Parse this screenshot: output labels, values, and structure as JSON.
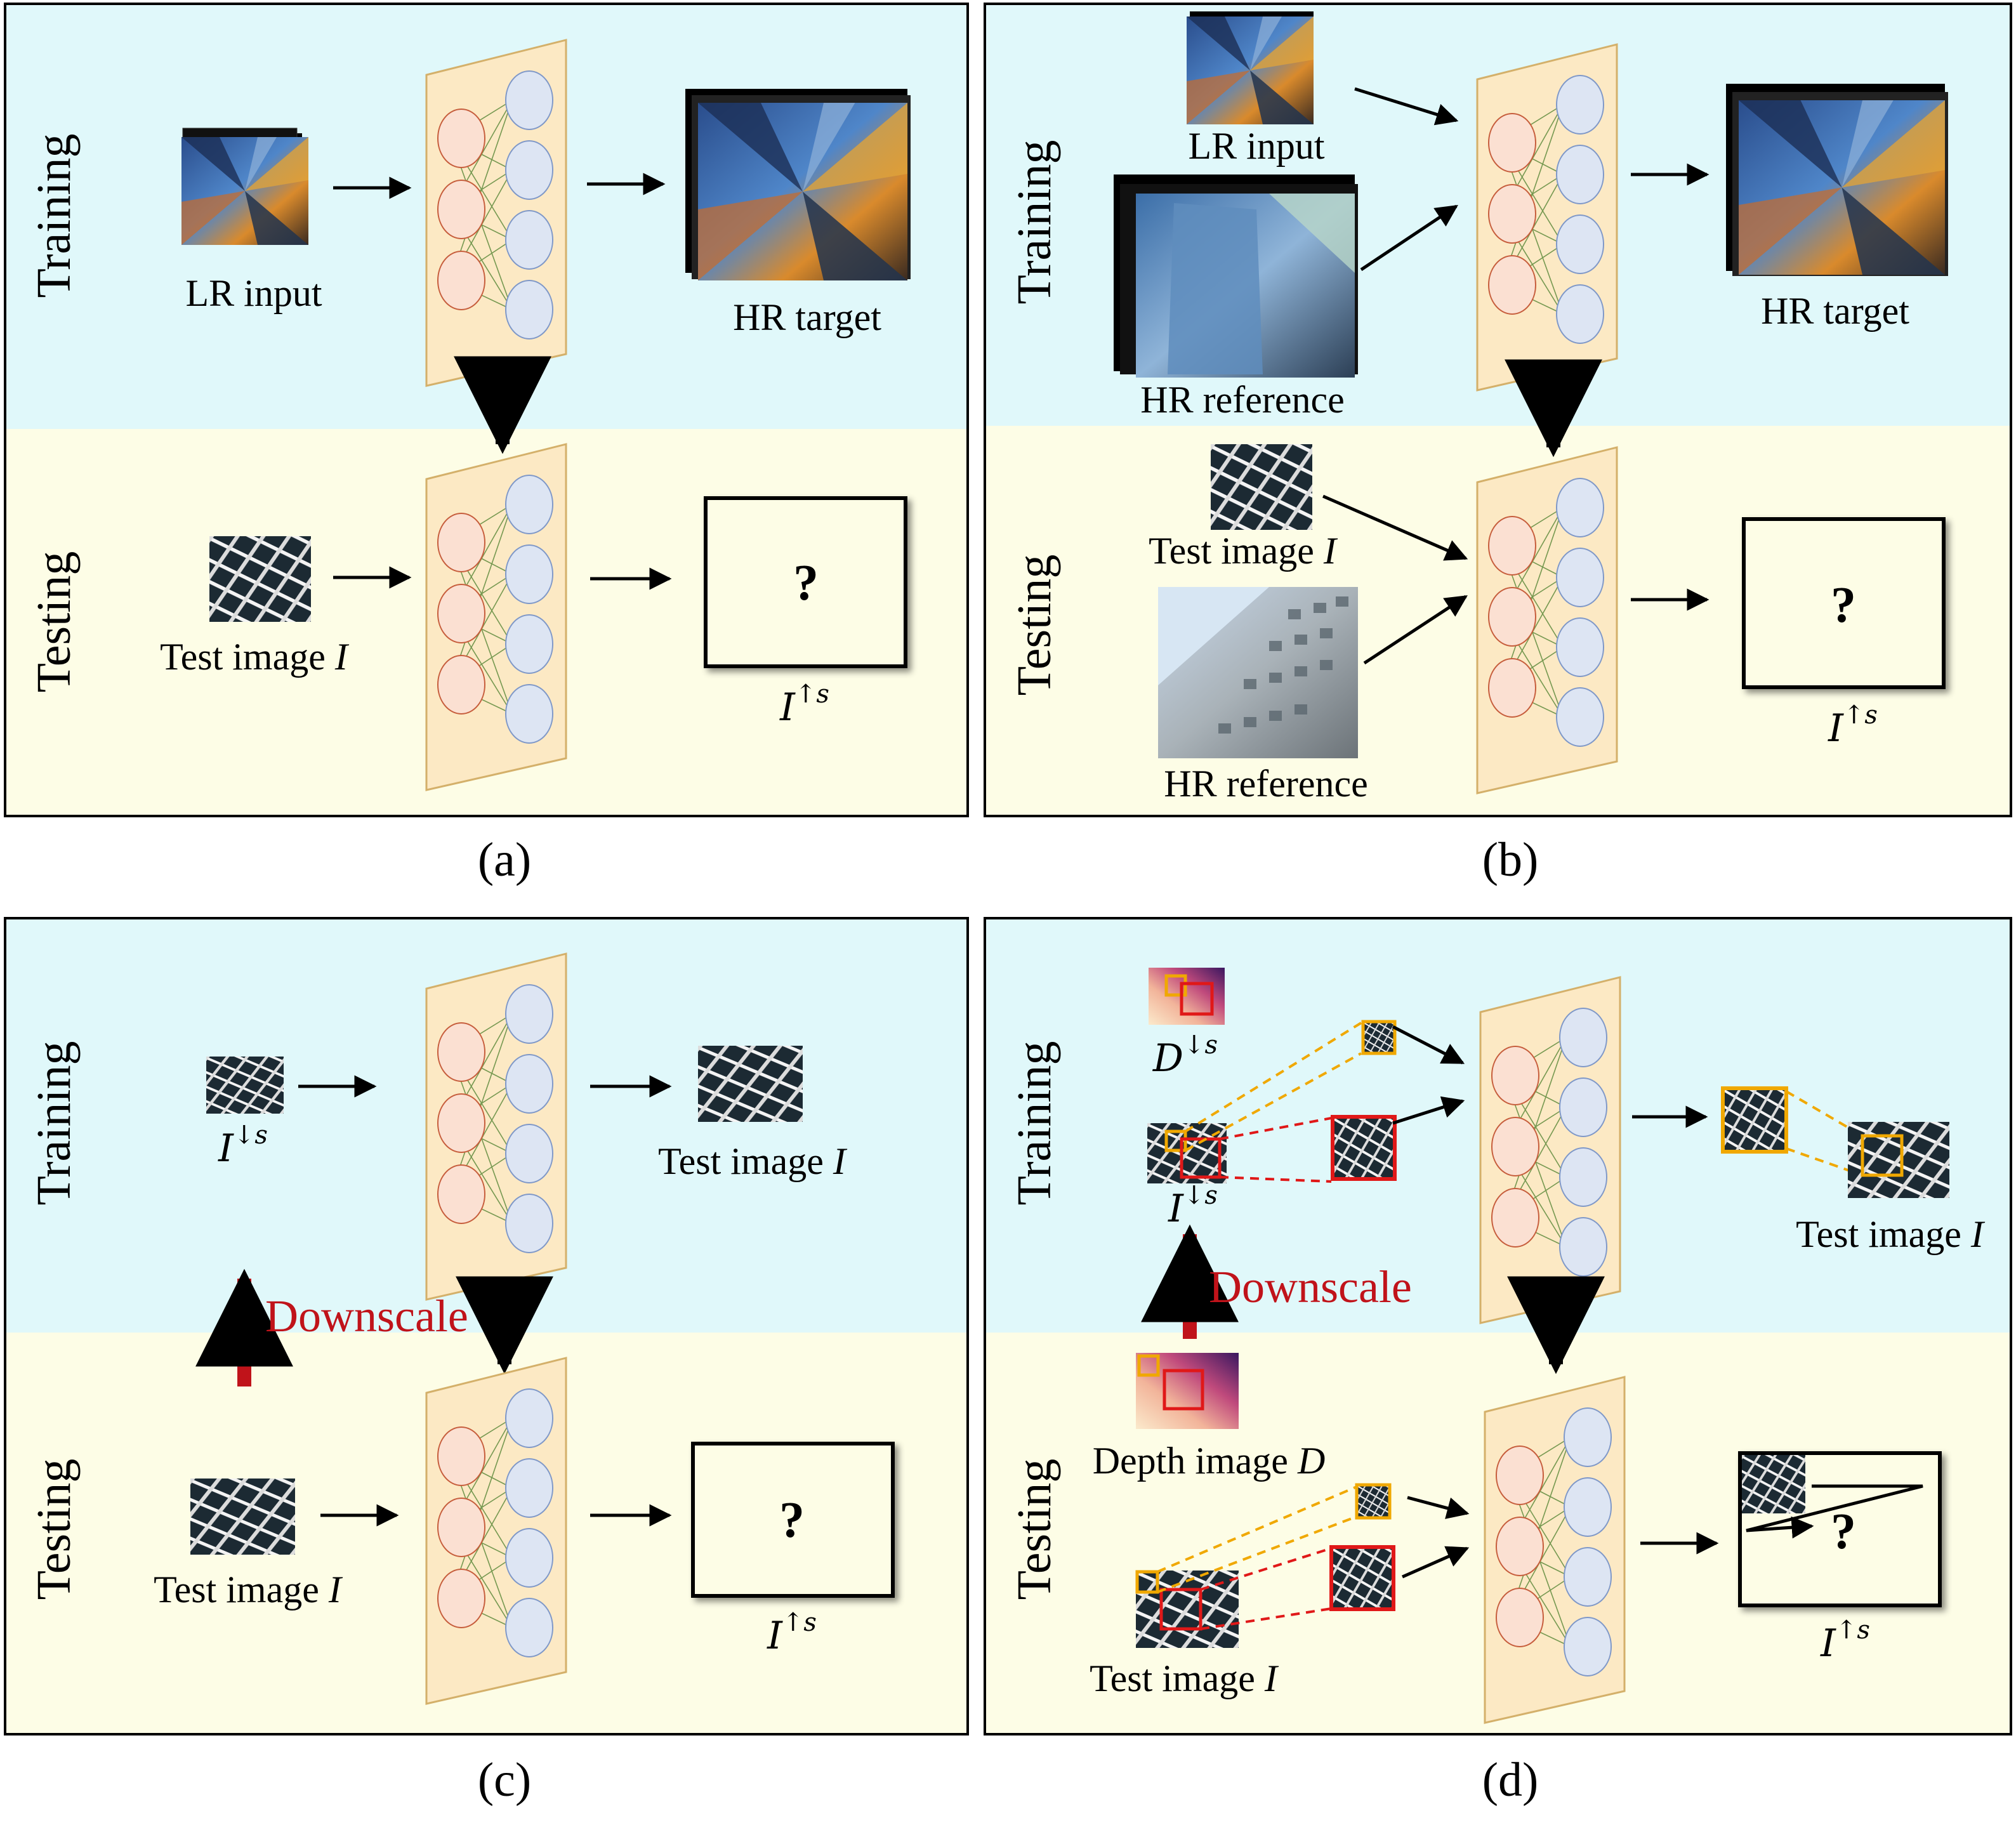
{
  "panels": {
    "a": {
      "caption": "(a)",
      "training_label": "Training",
      "testing_label": "Testing",
      "lr_input": "LR input",
      "hr_target": "HR target",
      "test_image_prefix": "Test image ",
      "test_image_var": "I",
      "output_base": "I",
      "output_sup": "↑s",
      "unknown": "?"
    },
    "b": {
      "caption": "(b)",
      "training_label": "Training",
      "testing_label": "Testing",
      "lr_input": "LR input",
      "hr_reference_train": "HR reference",
      "hr_target": "HR target",
      "test_image_prefix": "Test image ",
      "test_image_var": "I",
      "hr_reference_test": "HR reference",
      "output_base": "I",
      "output_sup": "↑s",
      "unknown": "?"
    },
    "c": {
      "caption": "(c)",
      "training_label": "Training",
      "testing_label": "Testing",
      "input_base": "I",
      "input_sup": "↓s",
      "target_prefix": "Test image ",
      "target_var": "I",
      "downscale": "Downscale",
      "test_image_prefix": "Test image ",
      "test_image_var": "I",
      "output_base": "I",
      "output_sup": "↑s",
      "unknown": "?"
    },
    "d": {
      "caption": "(d)",
      "training_label": "Training",
      "testing_label": "Testing",
      "depth_down_base": "D",
      "depth_down_sup": "↓s",
      "input_base": "I",
      "input_sup": "↓s",
      "target_prefix": "Test image ",
      "target_var": "I",
      "downscale": "Downscale",
      "depth_prefix": "Depth image ",
      "depth_var": "D",
      "test_image_prefix": "Test image ",
      "test_image_var": "I",
      "output_base": "I",
      "output_sup": "↑s",
      "unknown": "?"
    }
  },
  "colors": {
    "training_bg": "#e0f8fa",
    "testing_bg": "#fdfde6",
    "network_fill": "#fce9c4",
    "network_stroke": "#d4b06a",
    "input_node_fill": "#fbe0d2",
    "input_node_stroke": "#c65d3c",
    "output_node_fill": "#dde5f3",
    "output_node_stroke": "#7f98c8",
    "connection": "#5e8a3c",
    "downscale": "#c0131a",
    "patch_small": "#f0a800",
    "patch_large": "#e01818"
  }
}
